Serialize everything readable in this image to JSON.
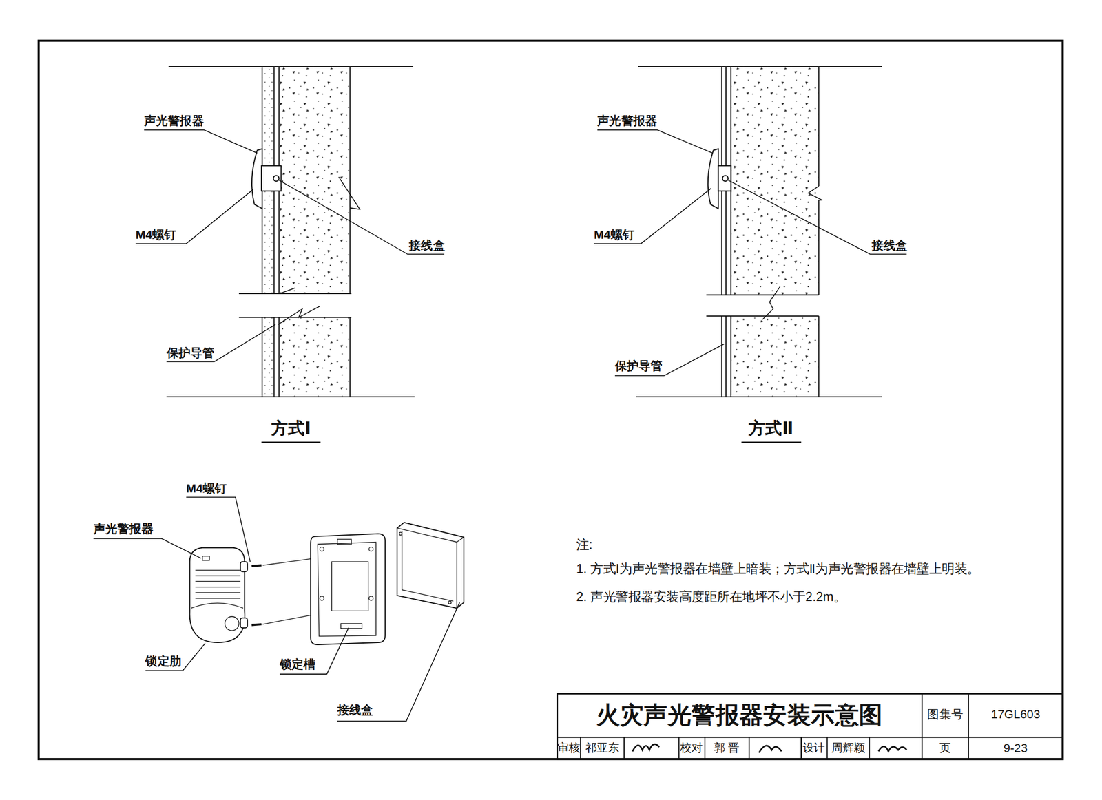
{
  "diagram": {
    "title": "火灾声光警报器安装示意图",
    "labels": [
      "声光警报器",
      "M4螺钉",
      "接线盒",
      "保护导管",
      "方式Ⅰ",
      "声光警报器",
      "M4螺钉",
      "接线盒",
      "保护导管",
      "方式Ⅱ",
      "M4螺钉",
      "声光警报器",
      "锁定肋",
      "锁定槽",
      "接线盒",
      "注:",
      "1. 方式Ⅰ为声光警报器在墙壁上暗装；方式Ⅱ为声光警报器在墙壁上明装。",
      "2. 声光警报器安装高度距所在地坪不小于2.2m。",
      "图集号",
      "17GL603",
      "审核",
      "祁亚东",
      "校对",
      "郭 晋",
      "设计",
      "周辉颖",
      "页",
      "9-23"
    ]
  }
}
